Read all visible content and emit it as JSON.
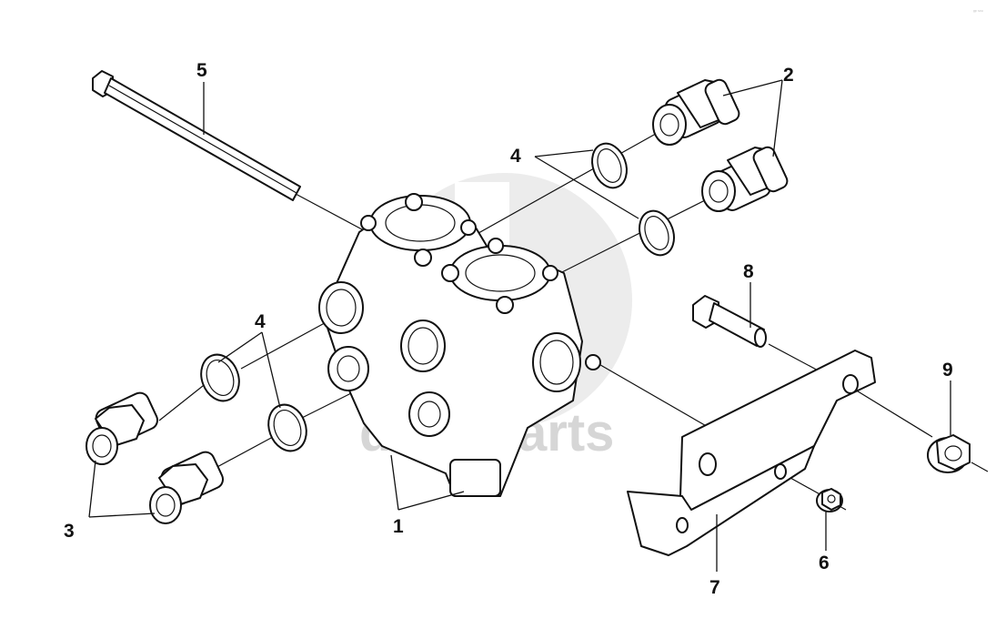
{
  "watermark": {
    "text": "data-parts"
  },
  "corner_mark": "ᵍᵖ ˢᵒᵘ",
  "callouts": {
    "c1": "1",
    "c2": "2",
    "c3": "3",
    "c4a": "4",
    "c4b": "4",
    "c5": "5",
    "c6": "6",
    "c7": "7",
    "c8": "8",
    "c9": "9"
  },
  "colors": {
    "line": "#111111",
    "watermark": "#d6d6d6",
    "background": "#ffffff"
  }
}
